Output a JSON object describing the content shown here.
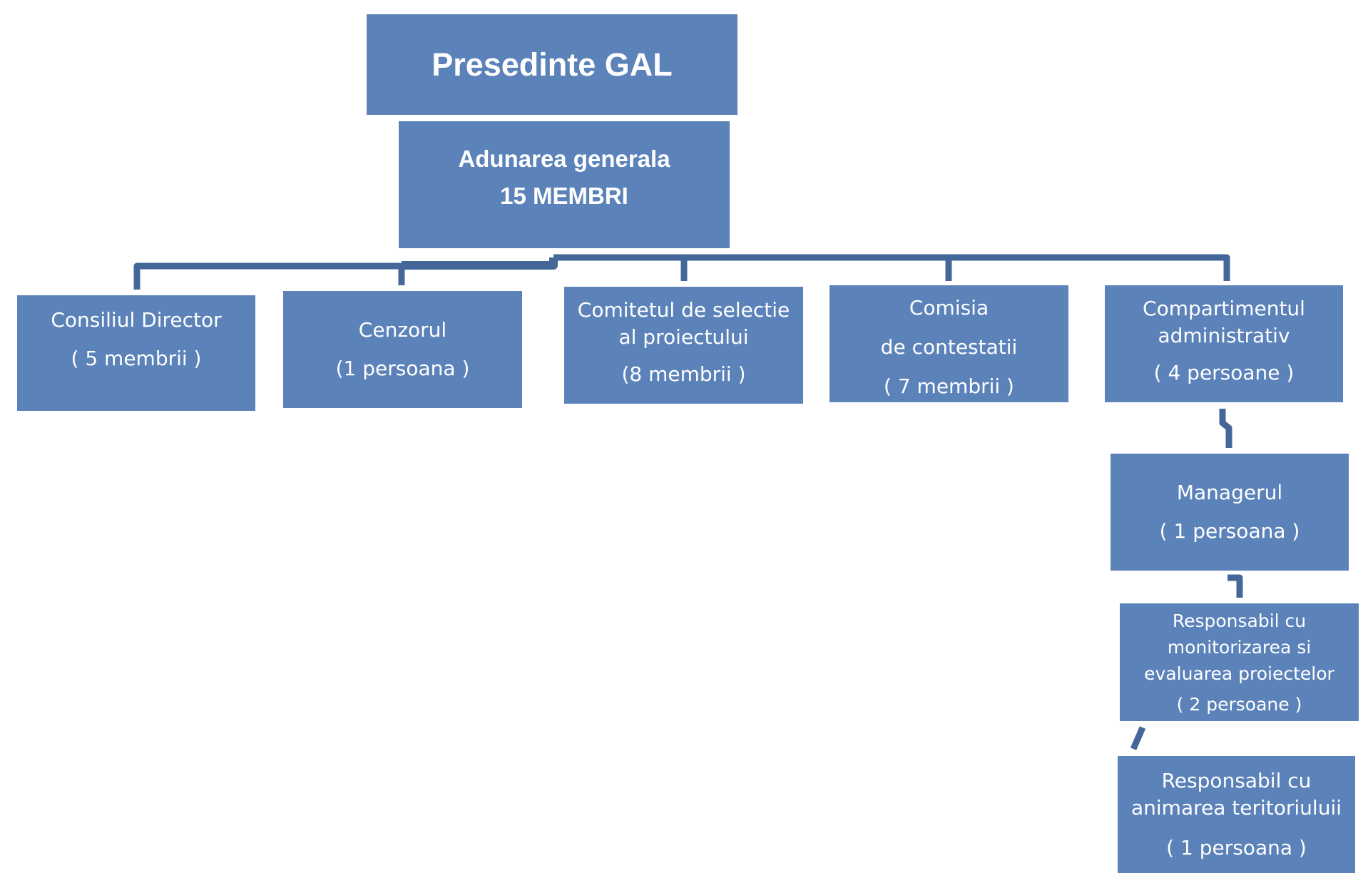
{
  "title": "Organigrama GAL",
  "colors": {
    "box_fill": "#5b82b9",
    "connector": "#44679a",
    "text": "#ffffff"
  },
  "nodes": {
    "presedinte": {
      "lines": [
        "Presedinte GAL"
      ]
    },
    "adunarea": {
      "lines": [
        "Adunarea generala",
        "15 MEMBRI"
      ]
    },
    "consiliul": {
      "lines": [
        "Consiliul Director",
        "( 5 membrii )"
      ]
    },
    "cenzorul": {
      "lines": [
        "Cenzorul",
        "(1 persoana )"
      ]
    },
    "comitetul": {
      "lines": [
        "Comitetul de selectie",
        "al proiectului",
        "(8 membrii )"
      ]
    },
    "comisia": {
      "lines": [
        "Comisia",
        "de contestatii",
        "( 7 membrii )"
      ]
    },
    "compartimentul": {
      "lines": [
        "Compartimentul",
        "administrativ",
        "( 4 persoane )"
      ]
    },
    "managerul": {
      "lines": [
        "Managerul",
        "( 1 persoana )"
      ]
    },
    "monitorizare": {
      "lines": [
        "Responsabil cu",
        "monitorizarea si",
        "evaluarea proiectelor",
        "( 2 persoane )"
      ]
    },
    "animare": {
      "lines": [
        "Responsabil cu",
        "animarea teritoriuluii",
        "( 1 persoana )"
      ]
    }
  }
}
